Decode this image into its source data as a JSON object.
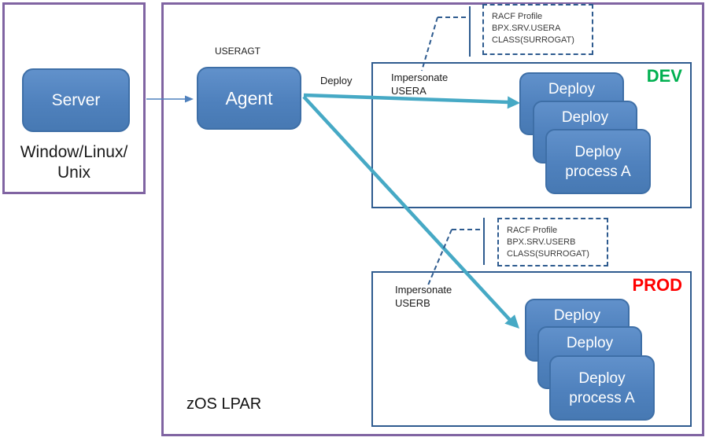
{
  "colors": {
    "outer_border_purple": "#8064A2",
    "container_border_blue": "#2E5B8F",
    "node_fill_blue": "#4F81BD",
    "node_border_blue": "#3E6FA7",
    "arrow_teal": "#46A9C5",
    "connector_blue": "#4F81BD",
    "dev_label_green": "#00B050",
    "prod_label_red": "#FF0000"
  },
  "left_panel": {
    "server_node_label": "Server",
    "platform_label_line1": "Window/Linux/",
    "platform_label_line2": "Unix"
  },
  "zos_panel": {
    "panel_label": "zOS LPAR",
    "agent_user_label": "USERAGT",
    "agent_node_label": "Agent",
    "deploy_arrow_label": "Deploy",
    "dev": {
      "env_label": "DEV",
      "impersonate_line1": "Impersonate",
      "impersonate_line2": "USERA",
      "racf_profile": {
        "line1": "RACF Profile",
        "line2": "BPX.SRV.USERA",
        "line3": "CLASS(SURROGAT)"
      },
      "stack": {
        "back": "Deploy",
        "middle": "Deploy",
        "front_line1": "Deploy",
        "front_line2": "process A"
      }
    },
    "prod": {
      "env_label": "PROD",
      "impersonate_line1": "Impersonate",
      "impersonate_line2": "USERB",
      "racf_profile": {
        "line1": "RACF Profile",
        "line2": "BPX.SRV.USERB",
        "line3": "CLASS(SURROGAT)"
      },
      "stack": {
        "back": "Deploy",
        "middle": "Deploy",
        "front_line1": "Deploy",
        "front_line2": "process A"
      }
    }
  }
}
